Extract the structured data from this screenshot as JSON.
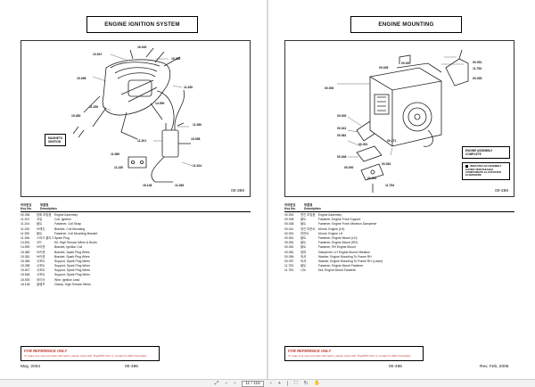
{
  "left_page": {
    "title": "ENGINE IGNITION SYSTEM",
    "diagram_code": "00-396",
    "callouts": [
      "10.547",
      "15.380",
      "16.040",
      "15.398",
      "11.290",
      "14.590",
      "11.250",
      "15.380",
      "11.080",
      "15.398",
      "11.201",
      "11.230",
      "11.204",
      "11.266",
      "18.148",
      "11.980"
    ],
    "inset_label": [
      "MAGNETO",
      "IGNITION"
    ],
    "header": {
      "col1_kr": "키이번호",
      "col1_en": "Key No.",
      "col2_kr": "부품명",
      "col2_en": "Description"
    },
    "rows": [
      {
        "key": "00.396",
        "kr": "점화 조립품",
        "desc": "Engine Assembly"
      },
      {
        "key": "11.201",
        "kr": "코일",
        "desc": "Coil, Ignition"
      },
      {
        "key": "11.204",
        "kr": "볼트",
        "desc": "Fastener, Coil Strap"
      },
      {
        "key": "11.230",
        "kr": "브래킷",
        "desc": "Bracket, Coil Mounting"
      },
      {
        "key": "11.250",
        "kr": "볼트",
        "desc": "Fastener, Coil Mounting Bracket"
      },
      {
        "key": "11.266",
        "kr": "스파크 플러그",
        "desc": "Spark Plug"
      },
      {
        "key": "14.831",
        "kr": "코드",
        "desc": "Kit, High Tension Wires & Boots"
      },
      {
        "key": "14.590",
        "kr": "브라켓",
        "desc": "Bracket, Ignition Coil"
      },
      {
        "key": "15.380",
        "kr": "브라켓",
        "desc": "Bracket, Spark Plug Wires"
      },
      {
        "key": "15.381",
        "kr": "브라켓",
        "desc": "Bracket, Spark Plug Wires"
      },
      {
        "key": "15.386",
        "kr": "서포트",
        "desc": "Support, Spark Plug Wires"
      },
      {
        "key": "15.398",
        "kr": "서포트",
        "desc": "Support, Spark Plug Wires"
      },
      {
        "key": "15.547",
        "kr": "서포트",
        "desc": "Support, Spark Plug Wires"
      },
      {
        "key": "15.548",
        "kr": "서포트",
        "desc": "Support, Spark Plug Wires"
      },
      {
        "key": "15.593",
        "kr": "와이어",
        "desc": "Wire, Ignition Lead"
      },
      {
        "key": "18.148",
        "kr": "클램프",
        "desc": "Clamp, High Tension Wires"
      }
    ],
    "disclaimer_title": "FOR REFERENCE ONLY",
    "disclaimer_text": "To make sure more accurate information, please check with \"ParaPRO Plus\" or contact CLARK local dealer.",
    "footer_left": "May, 2004",
    "footer_center": "00-396"
  },
  "right_page": {
    "title": "ENGINE MOUNTING",
    "diagram_code": "00-486",
    "callouts": [
      "00.000",
      "00.035",
      "00.051",
      "11.753",
      "00.035",
      "00.000",
      "00.000",
      "00.041",
      "00.081",
      "00.051",
      "00.271",
      "00.038",
      "00.081",
      "00.081",
      "11.754",
      "00.000"
    ],
    "legend_complete": [
      "ENGINE ASSEMBLY",
      "COMPLETE"
    ],
    "legend_note": "INDICATES AN ASSEMBLY HAVING SERVICEABLE COMPONENTS ILLUSTRATED ELSEWHERE",
    "header": {
      "col1_kr": "키이번호",
      "col1_en": "Key No.",
      "col2_kr": "부품명",
      "col2_en": "Description"
    },
    "rows": [
      {
        "key": "00.000",
        "kr": "엔진 조립품",
        "desc": "Engine Assembly"
      },
      {
        "key": "00.035",
        "kr": "볼트",
        "desc": "Fastener, Engine Front Support"
      },
      {
        "key": "00.038",
        "kr": "볼트",
        "desc": "Fastener, Engine Front Vibration Dampener"
      },
      {
        "key": "00.041",
        "kr": "엔진 마운트",
        "desc": "Mount, Engine (LH)"
      },
      {
        "key": "00.051",
        "kr": "마운트",
        "desc": "Mount, Engine LH"
      },
      {
        "key": "00.061",
        "kr": "볼트",
        "desc": "Fastener, Engine Mount (LH)"
      },
      {
        "key": "00.081",
        "kr": "볼트",
        "desc": "Fastener, Engine Mount (RH)"
      },
      {
        "key": "00.081",
        "kr": "볼트",
        "desc": "Fastener, RH Engine Mount"
      },
      {
        "key": "00.081",
        "kr": "댐퍼",
        "desc": "Dampener, LH Engine Mount Vibration"
      },
      {
        "key": "00.096",
        "kr": "와셔",
        "desc": "Washer, Engine Mounting To Frame RH"
      },
      {
        "key": "00.097",
        "kr": "와셔",
        "desc": "Washer, Engine Mounting To Frame RH (Lower)"
      },
      {
        "key": "11.753",
        "kr": "볼트",
        "desc": "Fastener, Engine Mount Fastener"
      },
      {
        "key": "11.754",
        "kr": "너트",
        "desc": "Nut, Engine Mount Fastener"
      }
    ],
    "disclaimer_title": "FOR REFERENCE ONLY",
    "disclaimer_text": "To make sure more accurate information, please check with \"ParaPRO Plus\" or contact CLARK local dealer.",
    "footer_center": "00-486",
    "footer_right": "Rev. Feb, 2006"
  },
  "toolbar": {
    "page_indicator": "11 / 115",
    "icons": [
      "fit-page-icon",
      "zoom-out-icon",
      "prev-page-icon",
      "next-page-icon",
      "zoom-in-icon",
      "fullscreen-icon",
      "rotate-icon",
      "hand-icon"
    ]
  }
}
